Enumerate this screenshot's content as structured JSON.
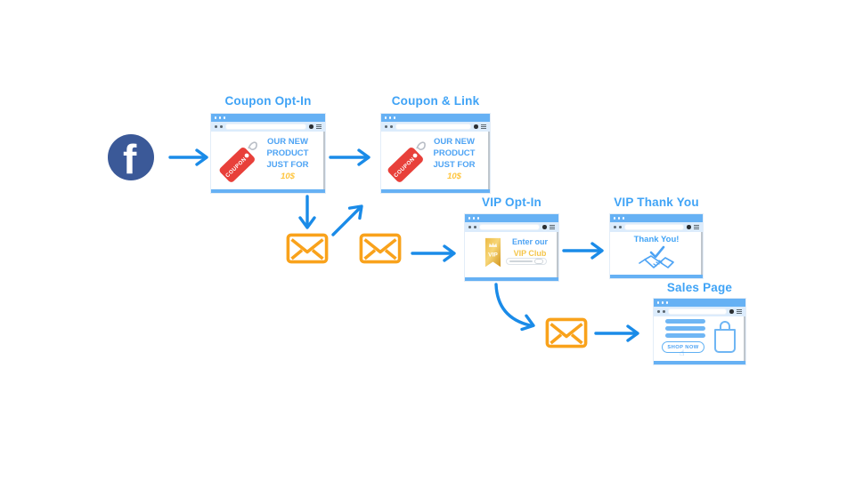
{
  "colors": {
    "title_blue": "#3fa3f6",
    "arrow_blue": "#1a8be8",
    "window_bar_blue": "#66b1f4",
    "toolbar_blue": "#dcecfc",
    "content_blue": "#4da3f4",
    "gold": "#ffc53d",
    "envelope_orange": "#f9a21b",
    "coupon_red": "#e8403a",
    "facebook_blue": "#3b5998"
  },
  "facebook": {
    "label": "f"
  },
  "windows": {
    "coupon_optin": {
      "title": "Coupon Opt-In",
      "tag": "COUPON",
      "line1": "OUR NEW",
      "line2": "PRODUCT",
      "line3": "JUST FOR",
      "price": "10$"
    },
    "coupon_link": {
      "title": "Coupon & Link",
      "tag": "COUPON",
      "line1": "OUR NEW",
      "line2": "PRODUCT",
      "line3": "JUST FOR",
      "price": "10$"
    },
    "vip_optin": {
      "title": "VIP Opt-In",
      "badge": "VIP",
      "line1": "Enter our",
      "line2": "VIP Club"
    },
    "vip_thankyou": {
      "title": "VIP Thank You",
      "message": "Thank You!"
    },
    "sales_page": {
      "title": "Sales Page",
      "button": "SHOP NOW",
      "cursor_icon": "☝"
    }
  }
}
